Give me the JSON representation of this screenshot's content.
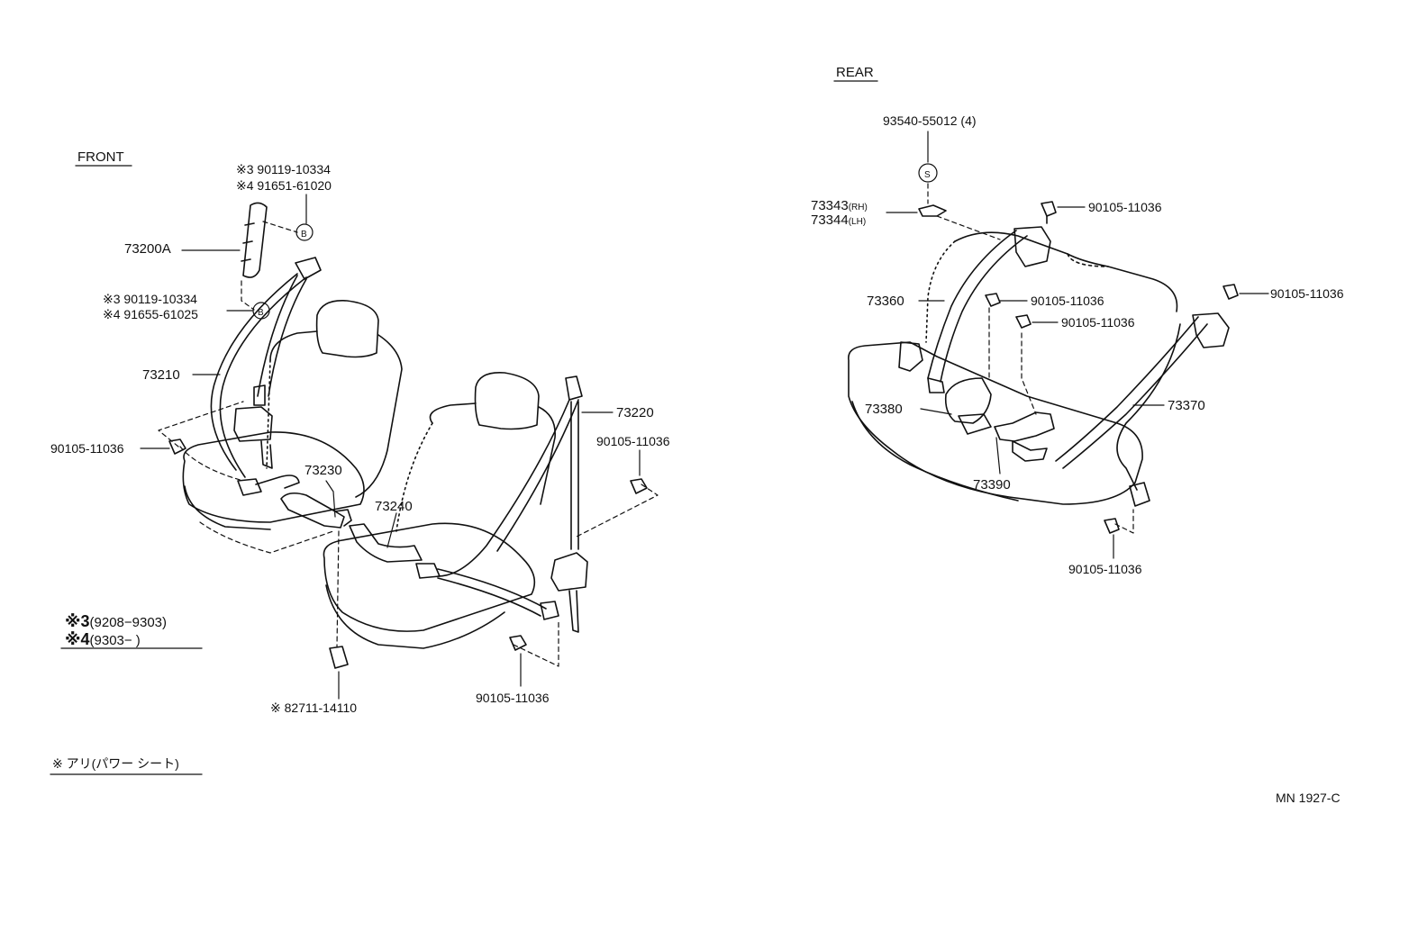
{
  "front": {
    "heading": "FRONT",
    "labels": {
      "p73200a": "73200A",
      "p73210": "73210",
      "p73220": "73220",
      "p73230": "73230",
      "p73240": "73240",
      "bolt_left": "90105-11036",
      "bolt_right_top": "90105-11036",
      "bolt_right_bottom": "90105-11036",
      "clip": "※ 82711-14110",
      "b_top_3": "※3  90119-10334",
      "b_top_4": "※4  91651-61020",
      "b_bot_3": "※3 90119-10334",
      "b_bot_4": "※4 91655-61025",
      "callout_b": "B"
    },
    "legend": {
      "mark3": "※3",
      "range3": "(9208−9303)",
      "mark4": "※4",
      "range4": "(9303−          )",
      "note": "※ アリ(パワー シート)"
    }
  },
  "rear": {
    "heading": "REAR",
    "labels": {
      "screw": "93540-55012 (4)",
      "callout_s": "S",
      "p73343": "73343",
      "rh": "(RH)",
      "p73344": "73344",
      "lh": "(LH)",
      "p73360": "73360",
      "p73370": "73370",
      "p73380": "73380",
      "p73390": "73390",
      "bolt_top": "90105-11036",
      "bolt_mid1": "90105-11036",
      "bolt_mid2": "90105-11036",
      "bolt_right": "90105-11036",
      "bolt_bottom": "90105-11036"
    }
  },
  "code": "MN 1927-C"
}
